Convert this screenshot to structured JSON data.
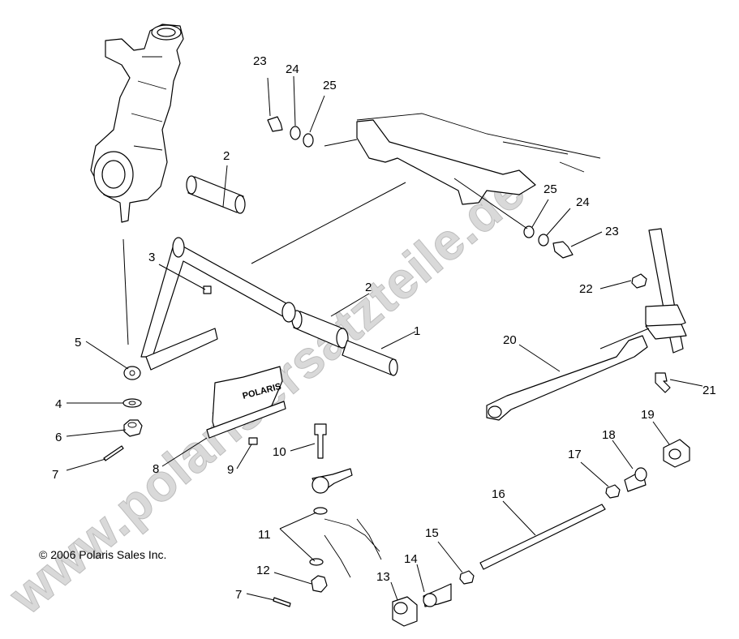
{
  "watermark": "www.polarisersatzteile.de",
  "copyright": "© 2006 Polaris Sales Inc.",
  "guard_logo": "POLARIS",
  "callouts": {
    "c1": "1",
    "c2a": "2",
    "c2b": "2",
    "c3": "3",
    "c4": "4",
    "c5": "5",
    "c6": "6",
    "c7a": "7",
    "c7b": "7",
    "c8": "8",
    "c9": "9",
    "c10": "10",
    "c11": "11",
    "c12": "12",
    "c13": "13",
    "c14": "14",
    "c15": "15",
    "c16": "16",
    "c17": "17",
    "c18": "18",
    "c19": "19",
    "c20": "20",
    "c21": "21",
    "c22": "22",
    "c23a": "23",
    "c23b": "23",
    "c24a": "24",
    "c24b": "24",
    "c25a": "25",
    "c25b": "25"
  }
}
